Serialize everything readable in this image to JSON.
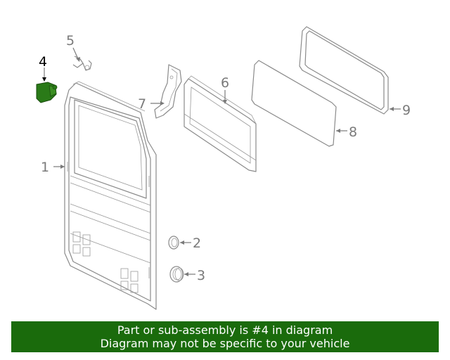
{
  "diagram": {
    "callouts": [
      {
        "id": "1",
        "label": "1"
      },
      {
        "id": "2",
        "label": "2"
      },
      {
        "id": "3",
        "label": "3"
      },
      {
        "id": "4",
        "label": "4"
      },
      {
        "id": "5",
        "label": "5"
      },
      {
        "id": "6",
        "label": "6"
      },
      {
        "id": "7",
        "label": "7"
      },
      {
        "id": "8",
        "label": "8"
      },
      {
        "id": "9",
        "label": "9"
      }
    ],
    "highlighted_part": "4"
  },
  "banner": {
    "line1": "Part or sub-assembly is #4 in diagram",
    "line2": "Diagram may not be specific to your vehicle"
  },
  "colors": {
    "banner_bg": "#1a6b0c",
    "highlight_part": "#2a7a18",
    "line_art": "#8a8a8a"
  }
}
